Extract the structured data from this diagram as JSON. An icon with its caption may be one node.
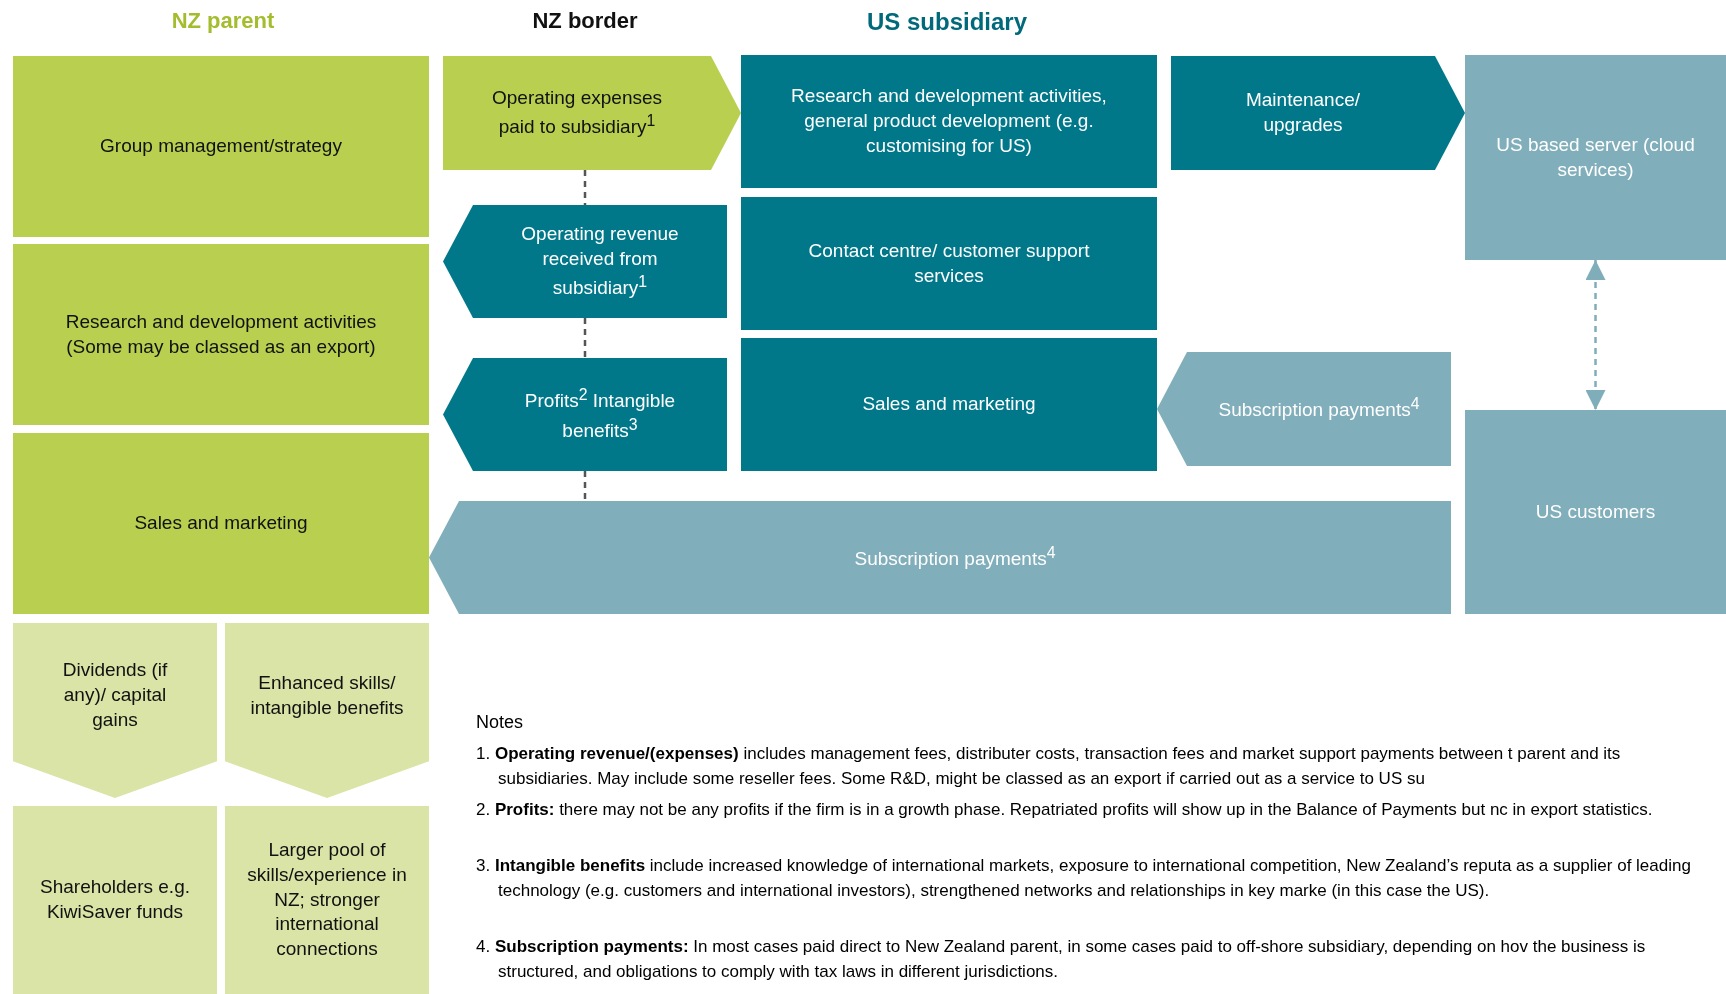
{
  "diagram": {
    "nodes": [
      {
        "text": [
          "Group management/strategy"
        ]
      },
      {
        "text": [
          "Research and development activities (Some may be classed as an export)"
        ]
      },
      {
        "text": [
          "Sales and marketing"
        ]
      },
      {
        "text": [
          "Dividends (if any)/ capital gains"
        ]
      },
      {
        "text": [
          "Enhanced skills/ intangible benefits"
        ]
      },
      {
        "text": [
          "Shareholders e.g. KiwiSaver funds"
        ]
      },
      {
        "text": [
          "Larger pool of skills/experience in NZ; stronger international connections"
        ]
      },
      {
        "text": [
          "Operating expenses paid to subsidiary$^{1}$"
        ]
      },
      {
        "text": [
          "Operating revenue received from subsidiary$^{1}$"
        ]
      },
      {
        "text": [
          "Profits$^{2}$ Intangible benefits$^{3}$"
        ]
      },
      {
        "text": [
          "Subscription payments$^{4}$"
        ]
      },
      {
        "text": [
          "Research and development activities, general product development (e.g. customising for US)"
        ]
      },
      {
        "text": [
          "Contact centre/ customer support services"
        ]
      },
      {
        "text": [
          "Sales and marketing"
        ]
      },
      {
        "text": [
          "Maintenance/ upgrades"
        ]
      },
      {
        "text": [
          "Subscription payments$^{4}$"
        ]
      },
      {
        "text": [
          "US based server (cloud services)"
        ]
      },
      {
        "text": [
          "US customers"
        ]
      }
    ],
    "edges": [
      {
        "from": 7,
        "to": 8,
        "arrow": "none",
        "style": "dashed"
      },
      {
        "from": 8,
        "to": 9,
        "arrow": "none",
        "style": "dashed"
      },
      {
        "from": 9,
        "to": 10,
        "arrow": "none",
        "style": "dashed"
      },
      {
        "from": 16,
        "to": 17,
        "arrow": "both",
        "style": "dashed",
        "color": "#7fadb9"
      },
      {
        "from": 0,
        "to": 11,
        "arrow": "to",
        "color": "#b8cf50"
      },
      {
        "from": 17,
        "to": 2,
        "arrow": "to",
        "color": "#80aebb"
      },
      {
        "from": 11,
        "to": 16,
        "arrow": "to",
        "color": "#00788a"
      },
      {
        "from": 17,
        "to": 13,
        "arrow": "to",
        "color": "#80aebb"
      }
    ],
    "labels": [
      "NZ parent",
      "NZ border",
      "US subsidiary",
      "Notes",
      "1. **Operating revenue/(expenses)** includes management fees, distributer costs, transaction fees and market support payments between t parent and its subsidiaries. May include some reseller fees. Some R&D, might be classed as an export if carried out as a service to US su",
      "2. **Profits:** there may not be any profits if the firm is in a growth phase. Repatriated profits will show up in the Balance of Payments but nc in export statistics.",
      "3. **Intangible benefits** include increased knowledge of international markets, exposure to international competition, New Zealand’s reputa as a supplier of leading technology (e.g. customers and international investors), strengthened networks and relationships in key marke (in this case the US).",
      "4. **Subscription payments:** In most cases paid direct to New Zealand parent, in some cases paid to off-shore subsidiary, depending on hov the business is structured, and obligations to comply with tax laws in different jurisdictions."
    ]
  }
}
